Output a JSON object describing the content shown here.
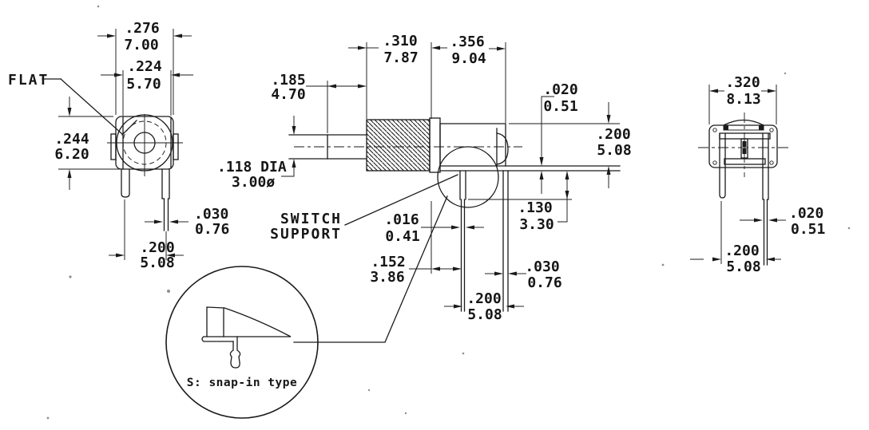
{
  "drawing": {
    "labels": {
      "flat": "FLAT",
      "switch_support_1": "SWITCH",
      "switch_support_2": "SUPPORT",
      "shaft_dia_in": ".118 DIA",
      "shaft_dia_mm": "3.00ø",
      "detail_note": "S: snap-in type"
    },
    "front_view": {
      "dims": {
        "width": {
          "in": ".276",
          "mm": "7.00"
        },
        "flat_width": {
          "in": ".224",
          "mm": "5.70"
        },
        "height": {
          "in": ".244",
          "mm": "6.20"
        },
        "pin_width": {
          "in": ".030",
          "mm": "0.76"
        },
        "pin_spacing": {
          "in": ".200",
          "mm": "5.08"
        }
      }
    },
    "side_view": {
      "dims": {
        "shaft_length": {
          "in": ".185",
          "mm": "4.70"
        },
        "bushing_length": {
          "in": ".310",
          "mm": "7.87"
        },
        "body_length": {
          "in": ".356",
          "mm": "9.04"
        },
        "support_gap": {
          "in": ".020",
          "mm": "0.51"
        },
        "body_height": {
          "in": ".200",
          "mm": "5.08"
        },
        "support_height": {
          "in": ".130",
          "mm": "3.30"
        },
        "pin_width": {
          "in": ".030",
          "mm": "0.76"
        },
        "pin_offset": {
          "in": ".152",
          "mm": "3.86"
        },
        "support_thickness": {
          "in": ".016",
          "mm": "0.41"
        },
        "pin_spacing": {
          "in": ".200",
          "mm": "5.08"
        }
      }
    },
    "rear_view": {
      "dims": {
        "width": {
          "in": ".320",
          "mm": "8.13"
        },
        "pin_thickness": {
          "in": ".020",
          "mm": "0.51"
        },
        "pin_spacing": {
          "in": ".200",
          "mm": "5.08"
        }
      }
    },
    "colors": {
      "line": "#1a1a1a",
      "background": "#ffffff"
    }
  }
}
